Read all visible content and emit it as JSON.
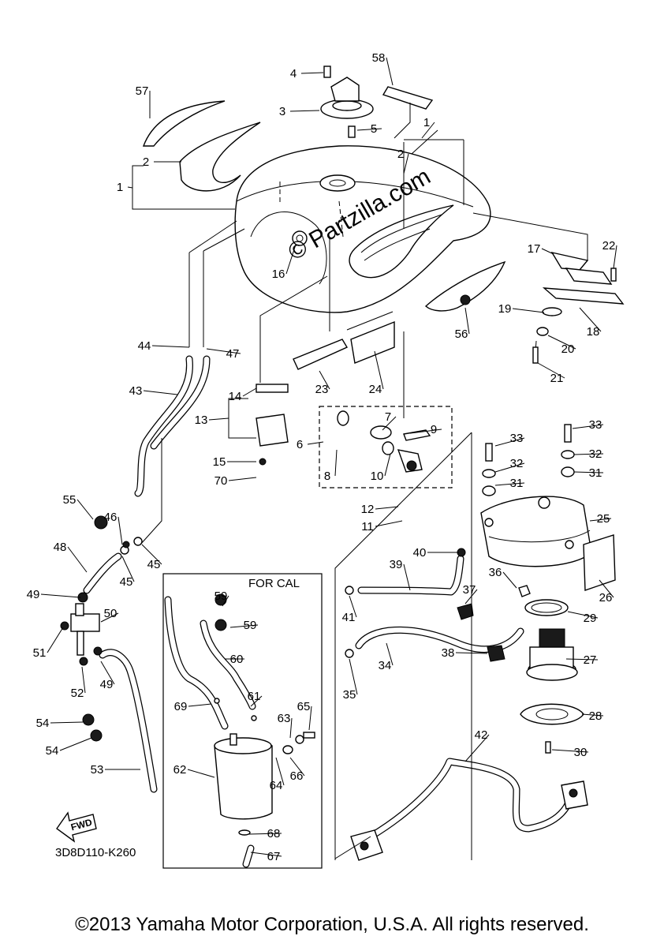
{
  "diagram": {
    "copyright": "©2013 Yamaha Motor Corporation, U.S.A. All rights reserved.",
    "watermark": "© Partzilla.com",
    "reference_code": "3D8D110-K260",
    "region_label": "FOR CAL",
    "direction_label": "FWD",
    "callouts": [
      "1",
      "2",
      "3",
      "4",
      "5",
      "6",
      "7",
      "8",
      "9",
      "10",
      "11",
      "12",
      "13",
      "14",
      "15",
      "16",
      "17",
      "18",
      "19",
      "20",
      "21",
      "22",
      "23",
      "24",
      "25",
      "26",
      "27",
      "28",
      "29",
      "30",
      "31",
      "32",
      "33",
      "34",
      "35",
      "36",
      "37",
      "38",
      "39",
      "40",
      "41",
      "42",
      "43",
      "44",
      "45",
      "46",
      "47",
      "48",
      "49",
      "50",
      "51",
      "52",
      "53",
      "54",
      "55",
      "56",
      "57",
      "58",
      "59",
      "60",
      "61",
      "62",
      "63",
      "64",
      "65",
      "66",
      "67",
      "68",
      "69",
      "70"
    ]
  }
}
